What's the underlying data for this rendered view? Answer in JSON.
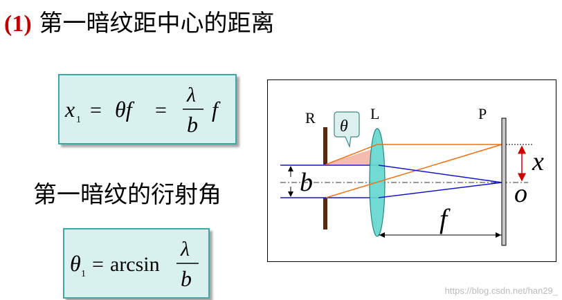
{
  "title": {
    "number": "(1)",
    "text": "第一暗纹距中心的距离"
  },
  "formula1": {
    "x": "x",
    "sub1": "1",
    "eq1": "=",
    "theta_f": "θf",
    "eq2": "=",
    "lambda": "λ",
    "b": "b",
    "f": "f"
  },
  "angle_label": "第一暗纹的衍射角",
  "formula2": {
    "theta": "θ",
    "sub1": "1",
    "eq": "=",
    "arcsin": "arcsin",
    "lambda": "λ",
    "b": "b"
  },
  "diagram": {
    "label_R": "R",
    "label_L": "L",
    "label_P": "P",
    "label_theta": "θ",
    "label_b": "b",
    "label_x": "x",
    "label_o": "o",
    "label_f": "f",
    "colors": {
      "blue_ray": "#1515c8",
      "orange_ray": "#f07010",
      "lens": "#66d8d0",
      "slit": "#5a2a0a",
      "wedge": "#f0b0a0"
    }
  },
  "watermark": "https://blog.csdn.net/han29_"
}
